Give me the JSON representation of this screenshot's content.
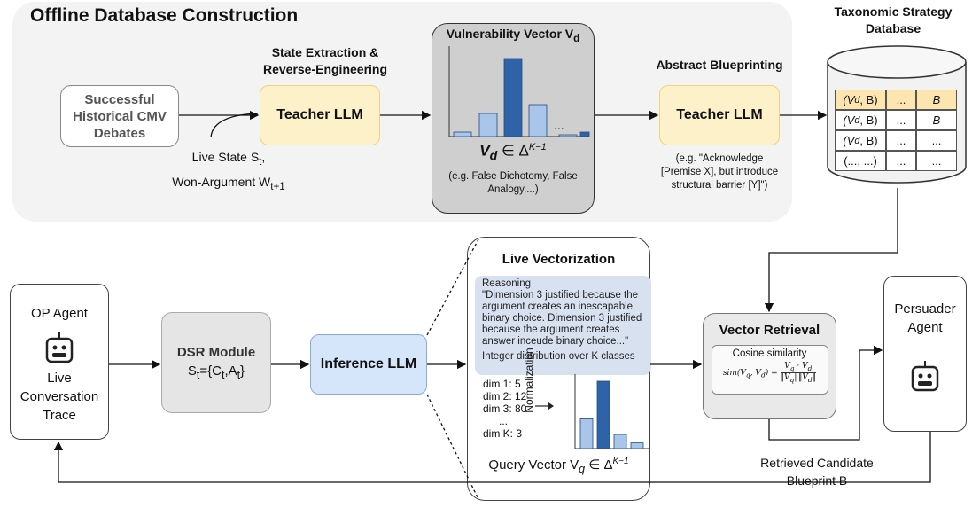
{
  "offline": {
    "title": "Offline Database Construction",
    "source": [
      "Successful",
      "Historical CMV",
      "Debates"
    ],
    "state_label": [
      "State Extraction &",
      "Reverse-Engineering"
    ],
    "teacher1": "Teacher LLM",
    "live_state": [
      "Live State S",
      "t",
      ",",
      "Won-Argument W",
      "t+1"
    ],
    "vuln_title": "Vulnerability Vector V",
    "vuln_sub": "d",
    "vuln_formula": "V",
    "vuln_formula_sub": "d",
    "vuln_formula_rest": " ∈ Δ",
    "vuln_formula_sup": "K−1",
    "vuln_ellipsis": "...",
    "vuln_example": [
      "(e.g. False Dichotomy, False",
      "Analogy,...)"
    ],
    "abstract_label": "Abstract Blueprinting",
    "teacher2": "Teacher LLM",
    "blueprint_example": [
      "(e.g. \"Acknowledge",
      "[Premise X], but introduce",
      "structural barrier [Y]\")"
    ]
  },
  "database": {
    "title": [
      "Taxonomic Strategy",
      "Database"
    ],
    "rows": [
      [
        "(V",
        "d",
        ", B)",
        "...",
        "B"
      ],
      [
        "(V",
        "d",
        ", B)",
        "...",
        "B"
      ],
      [
        "(V",
        "d",
        ", B)",
        "...",
        "..."
      ],
      [
        "(..., ...)",
        "",
        "",
        "...",
        "..."
      ]
    ]
  },
  "online": {
    "op_agent": "OP Agent",
    "op_trace": [
      "Live",
      "Conversation",
      "Trace"
    ],
    "dsr_title": "DSR Module",
    "dsr_formula": [
      "S",
      "t",
      "={C",
      "t",
      ",A",
      "t",
      "}"
    ],
    "inference": "Inference LLM",
    "live_title": "Live Vectorization",
    "reasoning_head": "Reasoning",
    "reasoning_text": "\"Dimension 3 justified because the argument creates an inescapable binary choice. Dimension 3 justified because the argument creates answer inceude binary choice...\"",
    "integer_dist": "Integer distribution over K classes",
    "dims": [
      "dim 1: 5",
      "dim 2: 12",
      "dim 3: 80",
      "...",
      "dim K: 3"
    ],
    "norm_label": "Normalization",
    "query_label": "Query Vector V",
    "query_sub": "q",
    "query_rest": " ∈ Δ",
    "query_sup": "K−1",
    "vector_retrieval": "Vector Retrieval",
    "cosine": "Cosine similarity",
    "retrieved": [
      "Retrieved Candidate",
      "Blueprint B"
    ],
    "persuader": [
      "Persuader",
      "Agent"
    ]
  },
  "chart_data": [
    {
      "type": "bar",
      "title": "Vulnerability Vector V_d",
      "values": [
        0.05,
        0.26,
        0.88,
        0.36,
        0.02,
        0.05
      ]
    },
    {
      "type": "bar",
      "title": "Normalization",
      "values": [
        0.42,
        0.95,
        0.2,
        0.08
      ]
    }
  ],
  "colors": {
    "teacher_fill": "#fdf1c9",
    "inference_fill": "#d6e6fa",
    "bar_light": "#a9c6ea",
    "bar_dark": "#2f63a8",
    "db_highlight": "#fde5b0"
  }
}
